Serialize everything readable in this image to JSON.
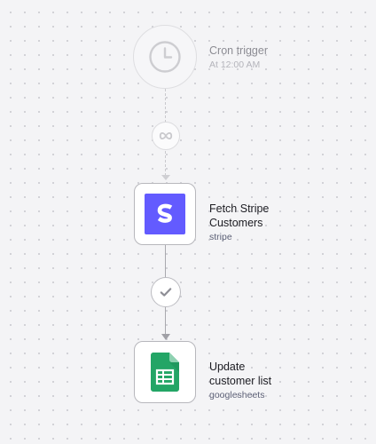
{
  "workflow": {
    "trigger": {
      "title": "Cron trigger",
      "subtitle": "At 12:00 AM",
      "icon": "clock-icon"
    },
    "loop_connector": {
      "icon": "infinity-icon"
    },
    "step_1": {
      "title_line_1": "Fetch Stripe",
      "title_line_2": "Customers",
      "app": "stripe",
      "icon": "stripe-logo-icon",
      "brand_color": "#635bff"
    },
    "success_connector": {
      "icon": "checkmark-icon"
    },
    "step_2": {
      "title_line_1": "Update",
      "title_line_2": "customer list",
      "app": "googlesheets",
      "icon": "google-sheets-logo-icon",
      "brand_color": "#23a566"
    }
  }
}
